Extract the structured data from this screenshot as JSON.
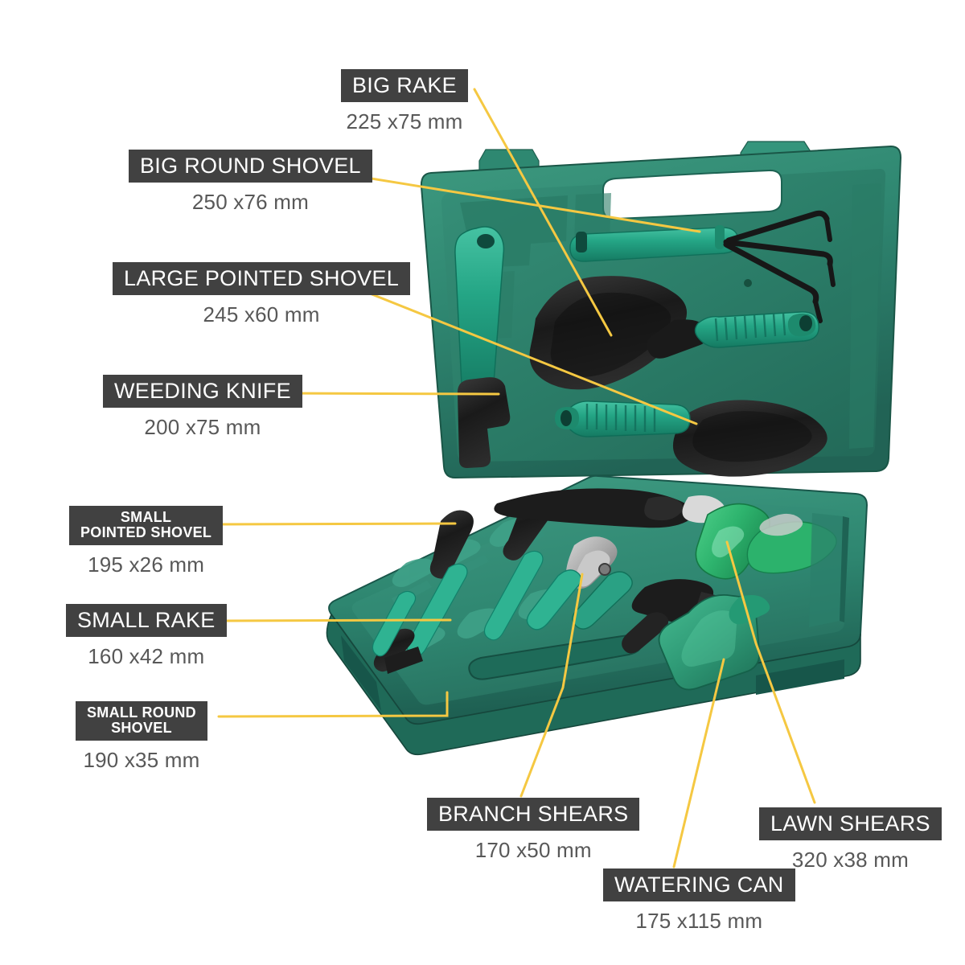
{
  "product": {
    "name": "Garden Tool Set in Carry Case",
    "case_color": "#2f8a73",
    "accent_line_color": "#f5c842",
    "chip_bg": "#414141",
    "chip_text_color": "#ffffff",
    "dim_text_color": "#585858"
  },
  "callouts": [
    {
      "id": "big-rake",
      "label": "BIG RAKE",
      "label_l1": "BIG RAKE",
      "label_l2": "",
      "dimensions": "225 x75 mm",
      "lines": 1
    },
    {
      "id": "big-round-shovel",
      "label": "BIG ROUND SHOVEL",
      "label_l1": "BIG ROUND SHOVEL",
      "label_l2": "",
      "dimensions": "250 x76 mm",
      "lines": 1
    },
    {
      "id": "large-pointed-shovel",
      "label": "LARGE POINTED SHOVEL",
      "label_l1": "LARGE POINTED SHOVEL",
      "label_l2": "",
      "dimensions": "245 x60 mm",
      "lines": 1
    },
    {
      "id": "weeding-knife",
      "label": "WEEDING KNIFE",
      "label_l1": "WEEDING KNIFE",
      "label_l2": "",
      "dimensions": "200 x75 mm",
      "lines": 1
    },
    {
      "id": "small-pointed-shovel",
      "label": "SMALL POINTED SHOVEL",
      "label_l1": "SMALL",
      "label_l2": "POINTED SHOVEL",
      "dimensions": "195 x26 mm",
      "lines": 2
    },
    {
      "id": "small-rake",
      "label": "SMALL RAKE",
      "label_l1": "SMALL RAKE",
      "label_l2": "",
      "dimensions": "160 x42 mm",
      "lines": 1
    },
    {
      "id": "small-round-shovel",
      "label": "SMALL ROUND SHOVEL",
      "label_l1": "SMALL ROUND",
      "label_l2": "SHOVEL",
      "dimensions": "190 x35 mm",
      "lines": 2
    },
    {
      "id": "branch-shears",
      "label": "BRANCH SHEARS",
      "label_l1": "BRANCH SHEARS",
      "label_l2": "",
      "dimensions": "170 x50 mm",
      "lines": 1
    },
    {
      "id": "watering-can",
      "label": "WATERING CAN",
      "label_l1": "WATERING CAN",
      "label_l2": "",
      "dimensions": "175 x115 mm",
      "lines": 1
    },
    {
      "id": "lawn-shears",
      "label": "LAWN SHEARS",
      "label_l1": "LAWN SHEARS",
      "label_l2": "",
      "dimensions": "320 x38 mm",
      "lines": 1
    }
  ]
}
